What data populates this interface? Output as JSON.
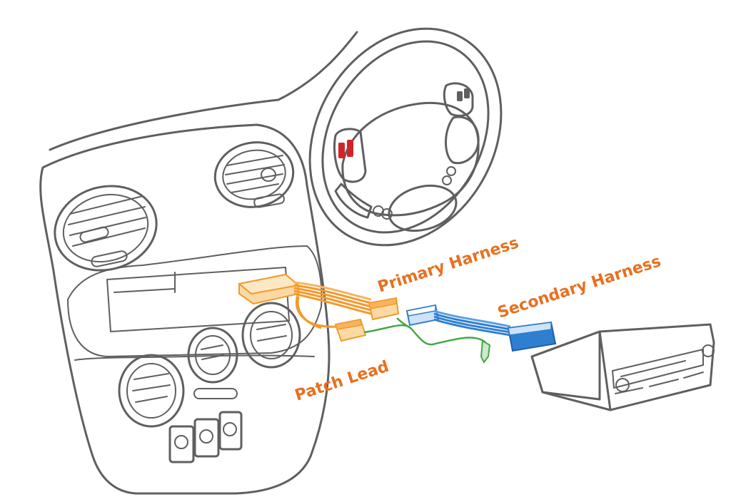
{
  "labels": {
    "primary_harness": "Primary Harness",
    "secondary_harness": "Secondary Harness",
    "patch_lead": "Patch Lead"
  },
  "colors": {
    "outline": "#5f5f62",
    "primary_harness": "#f39a2b",
    "primary_harness_connector": "#fbd9a4",
    "secondary_harness": "#2f7fd0",
    "secondary_harness_connector": "#cfe3f7",
    "patch_lead": "#44aa44",
    "steering_button": "#d2232a",
    "label_text": "#e8701f"
  }
}
